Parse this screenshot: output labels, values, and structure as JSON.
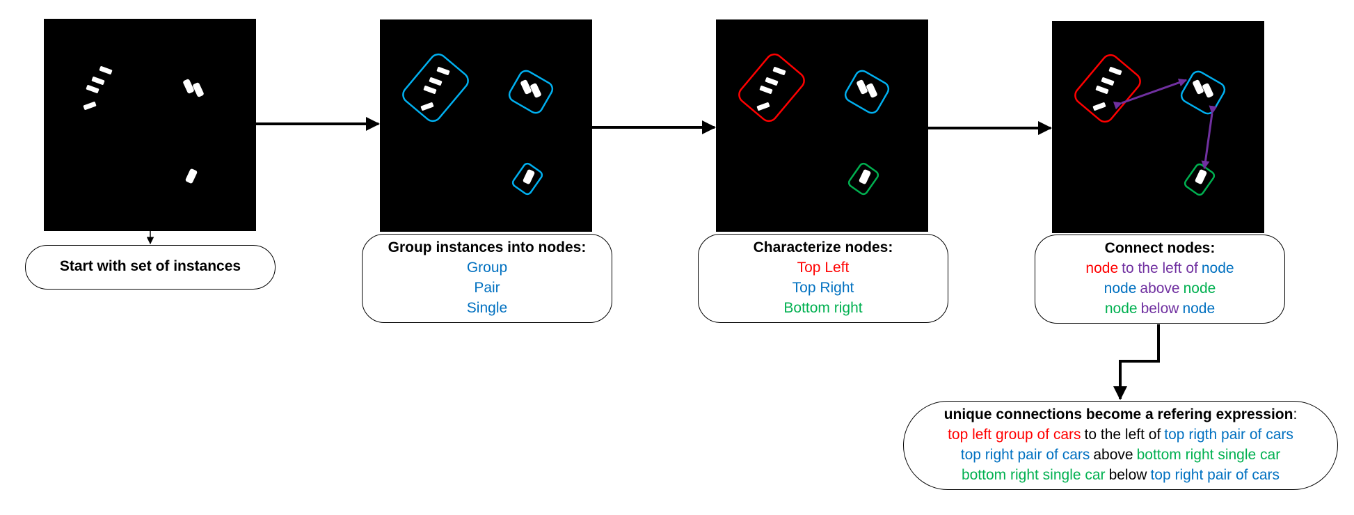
{
  "colors": {
    "red": "#ff0000",
    "blue": "#0070c0",
    "green": "#00b050",
    "purple": "#7030a0",
    "black": "#000000"
  },
  "step1": {
    "title": "Start with set of instances"
  },
  "step2": {
    "title": "Group instances into nodes:",
    "items": [
      "Group",
      "Pair",
      "Single"
    ]
  },
  "step3": {
    "title": "Characterize nodes:",
    "items": [
      "Top Left",
      "Top Right",
      "Bottom right"
    ]
  },
  "step4": {
    "title": "Connect nodes:",
    "lines": [
      [
        {
          "text": "node",
          "color": "red"
        },
        {
          "text": "to the left of",
          "color": "purple"
        },
        {
          "text": "node",
          "color": "blue"
        }
      ],
      [
        {
          "text": "node",
          "color": "blue"
        },
        {
          "text": "above",
          "color": "purple"
        },
        {
          "text": "node",
          "color": "green"
        }
      ],
      [
        {
          "text": "node",
          "color": "green"
        },
        {
          "text": "below",
          "color": "purple"
        },
        {
          "text": "node",
          "color": "blue"
        }
      ]
    ]
  },
  "result": {
    "title": "unique connections become a refering expression",
    "title_suffix": ":",
    "lines": [
      [
        {
          "text": "top left group of cars",
          "color": "red"
        },
        {
          "text": "to the left of",
          "color": "black"
        },
        {
          "text": "top rigth pair of cars",
          "color": "blue"
        }
      ],
      [
        {
          "text": "top right pair of cars",
          "color": "blue"
        },
        {
          "text": "above",
          "color": "black"
        },
        {
          "text": "bottom right single car",
          "color": "green"
        }
      ],
      [
        {
          "text": "bottom right single car",
          "color": "green"
        },
        {
          "text": "below",
          "color": "black"
        },
        {
          "text": "top right pair of cars",
          "color": "blue"
        }
      ]
    ]
  }
}
